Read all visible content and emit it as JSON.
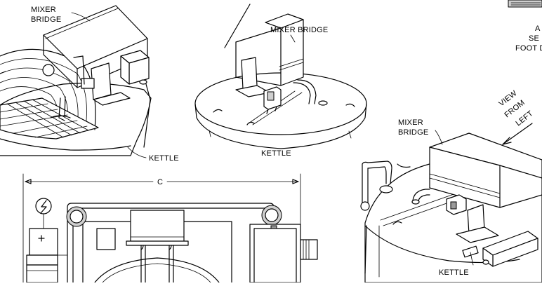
{
  "labels": {
    "top_left_mixer_bridge_line1": "MIXER",
    "top_left_mixer_bridge_line2": "BRIDGE",
    "top_left_kettle": "KETTLE",
    "top_mid_mixer_bridge": "MIXER BRIDGE",
    "top_mid_kettle": "KETTLE",
    "right_mixer_bridge_line1": "MIXER",
    "right_mixer_bridge_line2": "BRIDGE",
    "right_view_line1": "VIEW",
    "right_view_line2": "FROM",
    "right_view_line3": "LEFT",
    "right_kettle": "KETTLE",
    "corner_fragment_line1": "A",
    "corner_fragment_line2": "SE",
    "corner_fragment_line3": "FOOT D",
    "dimension_c": "C"
  }
}
